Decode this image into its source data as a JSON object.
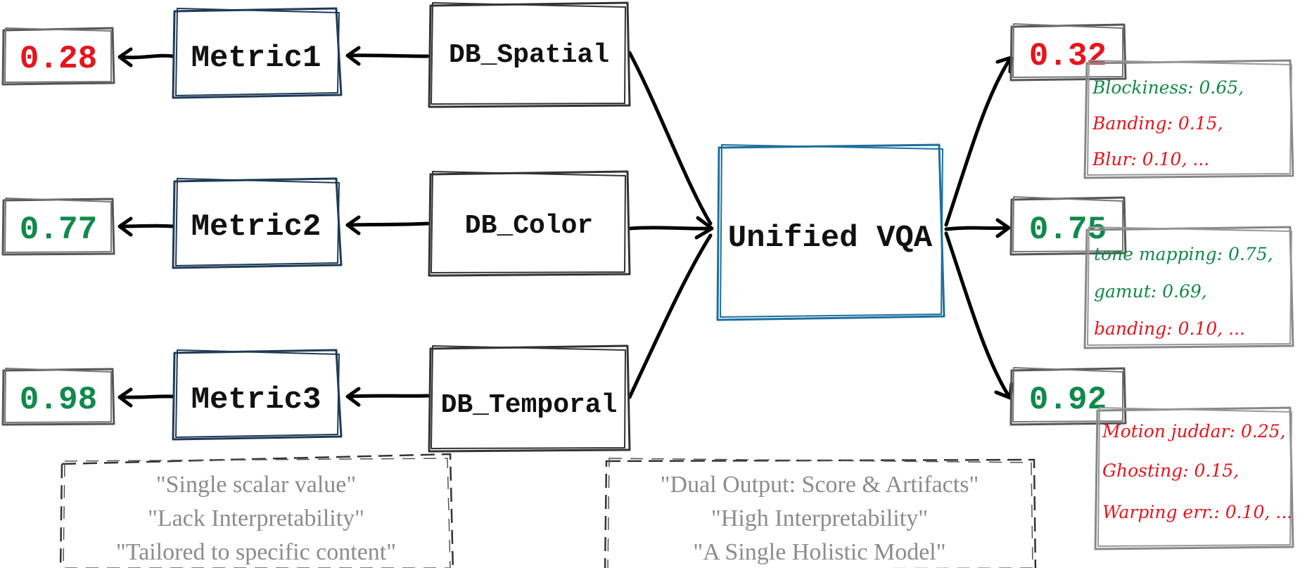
{
  "colors": {
    "red": "#e8141c",
    "green": "#0f8a4a",
    "db_fill": "#f4f3e6",
    "metric_fill": "#d3dbe6",
    "metric_stroke": "#1f3b57",
    "vqa_fill": "#d6ecf7",
    "vqa_stroke": "#1c6f9e",
    "score_stroke": "#555555",
    "artifact_fill": "#e3e9f1",
    "note_text": "#8c8c8c"
  },
  "left": {
    "scores": [
      "0.28",
      "0.77",
      "0.98"
    ],
    "score_colors": [
      "red",
      "green",
      "green"
    ],
    "metrics": [
      "Metric1",
      "Metric2",
      "Metric3"
    ],
    "databases": [
      "DB_Spatial",
      "DB_Color",
      "DB_Temporal"
    ]
  },
  "center": {
    "model": "Unified VQA"
  },
  "right": {
    "scores": [
      "0.32",
      "0.75",
      "0.92"
    ],
    "score_colors": [
      "red",
      "green",
      "green"
    ],
    "artifacts": [
      [
        {
          "text": "Blockiness: 0.65,",
          "color": "green"
        },
        {
          "text": "Banding: 0.15,",
          "color": "red"
        },
        {
          "text": "Blur: 0.10, ...",
          "color": "red"
        }
      ],
      [
        {
          "text": "tone mapping: 0.75,",
          "color": "green"
        },
        {
          "text": "gamut: 0.69,",
          "color": "green"
        },
        {
          "text": "banding: 0.10, ...",
          "color": "red"
        }
      ],
      [
        {
          "text": "Motion juddar: 0.25,",
          "color": "red"
        },
        {
          "text": "Ghosting: 0.15,",
          "color": "red"
        },
        {
          "text": "Warping err.: 0.10, ...",
          "color": "red"
        }
      ]
    ]
  },
  "notes": {
    "left": [
      "\"Single scalar value\"",
      "\"Lack Interpretability\"",
      "\"Tailored to specific content\""
    ],
    "right": [
      "\"Dual Output: Score & Artifacts\"",
      "\"High Interpretability\"",
      "\"A Single Holistic Model\""
    ]
  }
}
